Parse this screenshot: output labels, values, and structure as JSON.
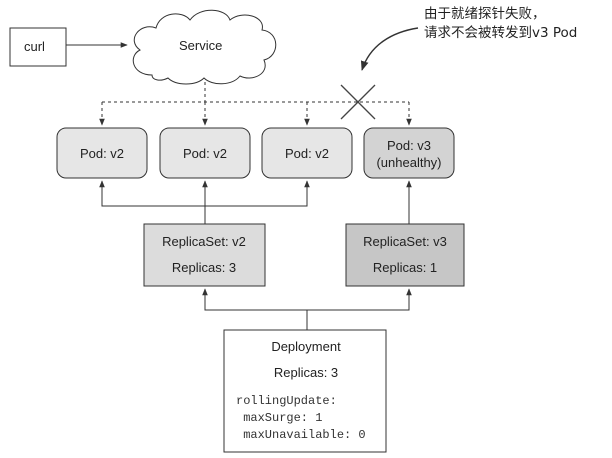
{
  "curl": {
    "label": "curl"
  },
  "service": {
    "label": "Service"
  },
  "annotation": {
    "line1": "由于就绪探针失败，",
    "line2": "请求不会被转发到v3 Pod"
  },
  "pods": [
    {
      "label": "Pod: v2"
    },
    {
      "label": "Pod: v2"
    },
    {
      "label": "Pod: v2"
    },
    {
      "label": "Pod: v3",
      "sublabel": "(unhealthy)"
    }
  ],
  "replicaset_v2": {
    "name": "ReplicaSet: v2",
    "replicas": "Replicas: 3"
  },
  "replicaset_v3": {
    "name": "ReplicaSet: v3",
    "replicas": "Replicas: 1"
  },
  "deployment": {
    "name": "Deployment",
    "replicas": "Replicas: 3",
    "strategy_lines": [
      "rollingUpdate:",
      " maxSurge: 1",
      " maxUnavailable: 0"
    ]
  },
  "colors": {
    "pod_fill": "#e6e6e6",
    "pod_v3_fill": "#d3d3d3",
    "rs_v2_fill": "#dcdcdc",
    "rs_v3_fill": "#c6c6c6",
    "line": "#333333"
  }
}
